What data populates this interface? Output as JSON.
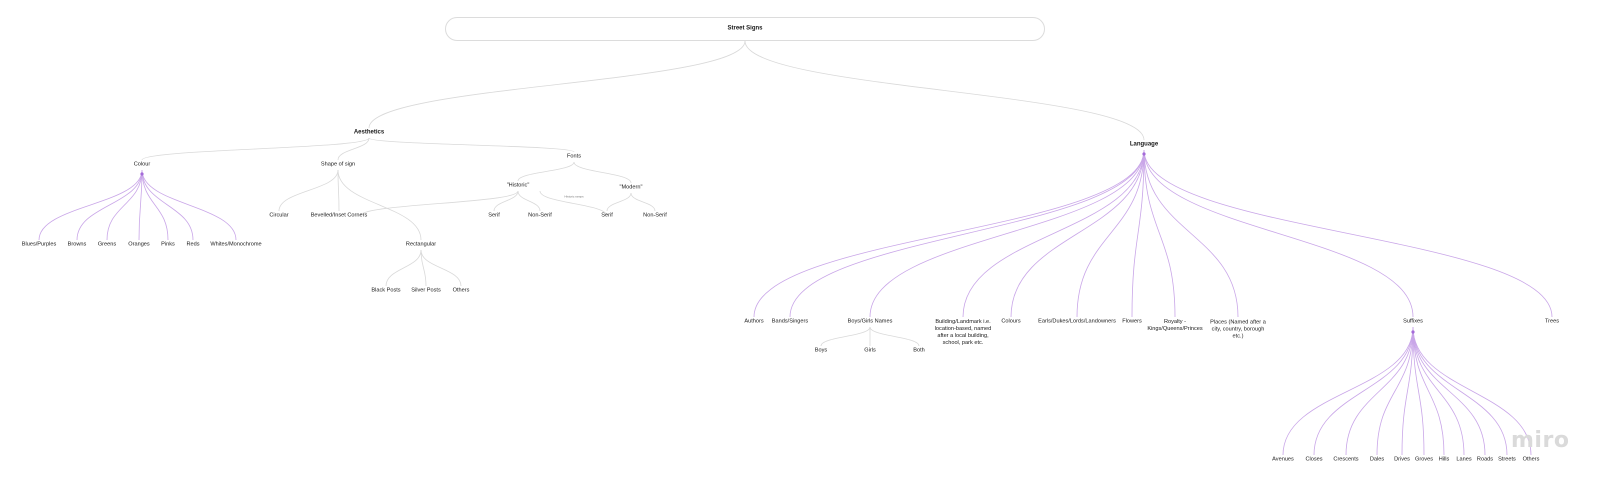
{
  "title": "Street Signs",
  "aesthetics": {
    "label": "Aesthetics",
    "colour": {
      "label": "Colour",
      "items": [
        "Blues/Purples",
        "Browns",
        "Greens",
        "Oranges",
        "Pinks",
        "Reds",
        "Whites/Monochrome"
      ]
    },
    "shape": {
      "label": "Shape of sign",
      "items": [
        "Circular",
        "Bevelled/Inset Corners",
        "Rectangular"
      ],
      "rectangular_items": [
        "Black Posts",
        "Silver Posts",
        "Others"
      ]
    },
    "fonts": {
      "label": "Fonts",
      "historic": {
        "label": "\"Historic\"",
        "items": [
          "Serif",
          "Non-Serif"
        ]
      },
      "modern": {
        "label": "\"Modern\"",
        "items": [
          "Serif",
          "Non-Serif"
        ]
      },
      "connector_note": "Historic ramps"
    }
  },
  "language": {
    "label": "Language",
    "items": [
      "Authors",
      "Bands/Singers",
      "Boys/Girls Names",
      "Building/Landmark i.e. location-based, named after a local building, school, park etc.",
      "Colours",
      "Earls/Dukes/Lords/Landowners",
      "Flowers",
      "Royalty - Kings/Queens/Princes",
      "Places (Named after a city, country, borough etc.)",
      "Suffixes",
      "Trees"
    ],
    "names_items": [
      "Boys",
      "Girls",
      "Both"
    ],
    "suffixes_items": [
      "Avenues",
      "Closes",
      "Crescents",
      "Dales",
      "Drives",
      "Groves",
      "Hills",
      "Lanes",
      "Roads",
      "Streets",
      "Others"
    ]
  },
  "watermark": "miro",
  "colors": {
    "edge_gray": "#d9d9d9",
    "edge_purple": "#c9a6e8",
    "hub_purple": "#a46ad8"
  }
}
